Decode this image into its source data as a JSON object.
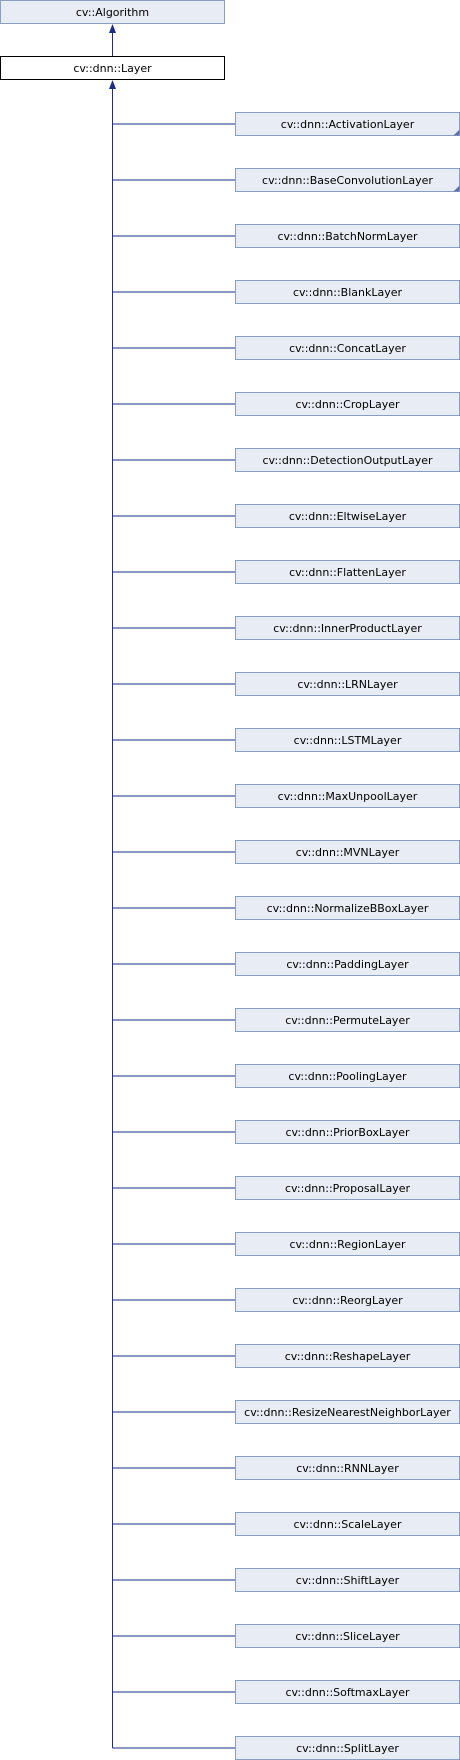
{
  "diagram": {
    "base_class": {
      "label": "cv::Algorithm"
    },
    "current_class": {
      "label": "cv::dnn::Layer"
    },
    "derived_classes": [
      {
        "label": "cv::dnn::ActivationLayer",
        "has_subclasses": true
      },
      {
        "label": "cv::dnn::BaseConvolutionLayer",
        "has_subclasses": true
      },
      {
        "label": "cv::dnn::BatchNormLayer",
        "has_subclasses": false
      },
      {
        "label": "cv::dnn::BlankLayer",
        "has_subclasses": false
      },
      {
        "label": "cv::dnn::ConcatLayer",
        "has_subclasses": false
      },
      {
        "label": "cv::dnn::CropLayer",
        "has_subclasses": false
      },
      {
        "label": "cv::dnn::DetectionOutputLayer",
        "has_subclasses": false
      },
      {
        "label": "cv::dnn::EltwiseLayer",
        "has_subclasses": false
      },
      {
        "label": "cv::dnn::FlattenLayer",
        "has_subclasses": false
      },
      {
        "label": "cv::dnn::InnerProductLayer",
        "has_subclasses": false
      },
      {
        "label": "cv::dnn::LRNLayer",
        "has_subclasses": false
      },
      {
        "label": "cv::dnn::LSTMLayer",
        "has_subclasses": false
      },
      {
        "label": "cv::dnn::MaxUnpoolLayer",
        "has_subclasses": false
      },
      {
        "label": "cv::dnn::MVNLayer",
        "has_subclasses": false
      },
      {
        "label": "cv::dnn::NormalizeBBoxLayer",
        "has_subclasses": false
      },
      {
        "label": "cv::dnn::PaddingLayer",
        "has_subclasses": false
      },
      {
        "label": "cv::dnn::PermuteLayer",
        "has_subclasses": false
      },
      {
        "label": "cv::dnn::PoolingLayer",
        "has_subclasses": false
      },
      {
        "label": "cv::dnn::PriorBoxLayer",
        "has_subclasses": false
      },
      {
        "label": "cv::dnn::ProposalLayer",
        "has_subclasses": false
      },
      {
        "label": "cv::dnn::RegionLayer",
        "has_subclasses": false
      },
      {
        "label": "cv::dnn::ReorgLayer",
        "has_subclasses": false
      },
      {
        "label": "cv::dnn::ReshapeLayer",
        "has_subclasses": false
      },
      {
        "label": "cv::dnn::ResizeNearestNeighborLayer",
        "has_subclasses": false
      },
      {
        "label": "cv::dnn::RNNLayer",
        "has_subclasses": false
      },
      {
        "label": "cv::dnn::ScaleLayer",
        "has_subclasses": false
      },
      {
        "label": "cv::dnn::ShiftLayer",
        "has_subclasses": false
      },
      {
        "label": "cv::dnn::SliceLayer",
        "has_subclasses": false
      },
      {
        "label": "cv::dnn::SoftmaxLayer",
        "has_subclasses": false
      },
      {
        "label": "cv::dnn::SplitLayer",
        "has_subclasses": false
      }
    ],
    "colors": {
      "node_fill": "#e8edf5",
      "node_border": "#8a9dc2",
      "current_fill": "#ffffff",
      "current_border": "#000000",
      "edge": "#1f2b85",
      "text": "#000000"
    }
  }
}
